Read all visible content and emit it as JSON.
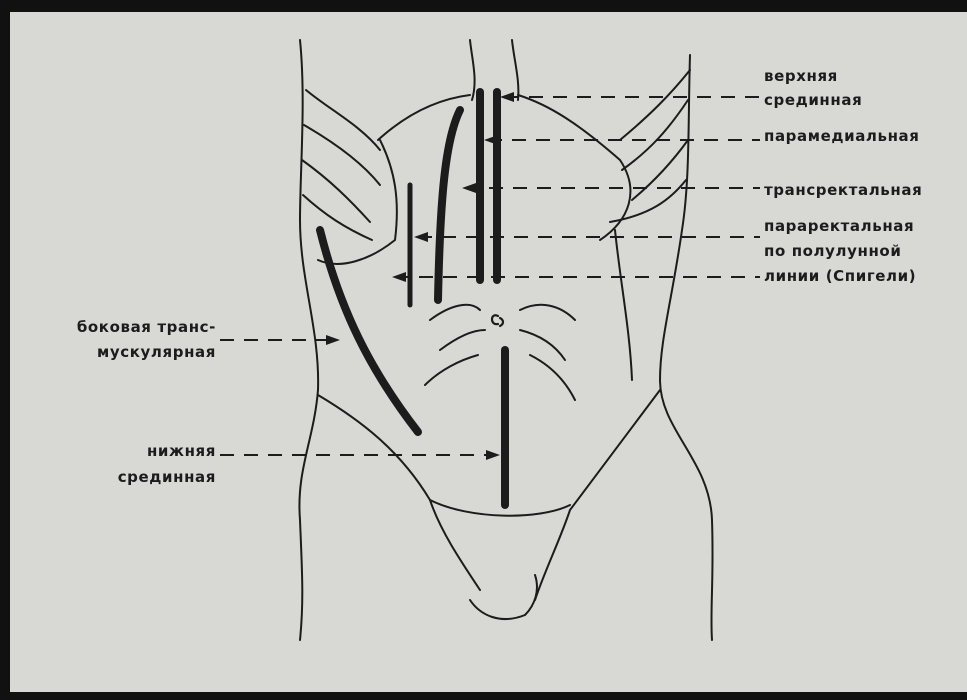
{
  "labels": {
    "upper_median_1": "верхняя",
    "upper_median_2": "срединная",
    "paramedian": "парамедиальная",
    "transrectal": "трансректальная",
    "pararectal_1": "параректальная",
    "pararectal_2": "по полулунной",
    "pararectal_3": "линии (Спигели)",
    "lateral_1": "боковая транс-",
    "lateral_2": "мускулярная",
    "lower_median_1": "нижняя",
    "lower_median_2": "срединная"
  },
  "colors": {
    "paper": "#d8d8d5",
    "ink": "#1c1c1c",
    "frame": "#111111"
  }
}
